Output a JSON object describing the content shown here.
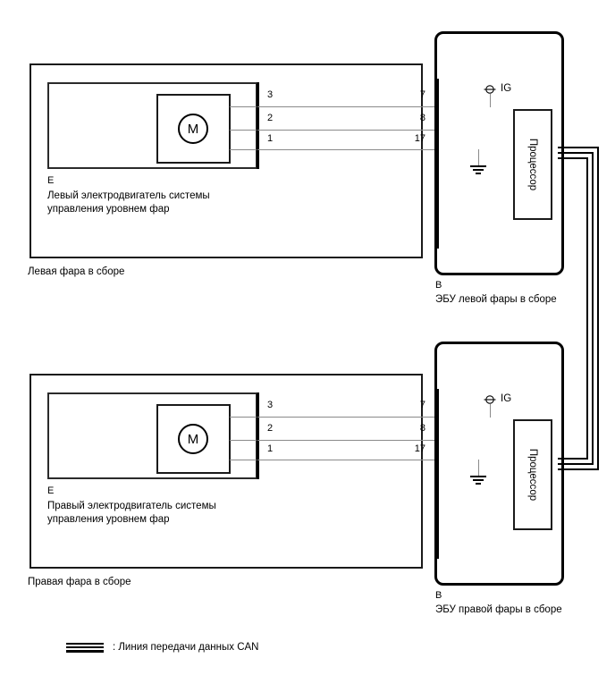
{
  "diagram": {
    "title": "Headlight leveling system wiring diagram",
    "colors": {
      "wire": "#8a8a8a",
      "connector": "#000000",
      "box_border": "#1a1a1a",
      "can_bus": "#000000"
    }
  },
  "left_assembly": {
    "assembly_label": "Левая фара в сборе",
    "connector_id": "E",
    "component_name": "Левый электродвигатель системы\nуправления уровнем фар",
    "motor_symbol": "M",
    "pins": [
      {
        "id": "3"
      },
      {
        "id": "2"
      },
      {
        "id": "1"
      }
    ]
  },
  "left_ecu": {
    "connector_id": "B",
    "name": "ЭБУ левой фары в сборе",
    "processor_label": "Процессор",
    "ig_label": "IG",
    "pins": [
      {
        "id": "7"
      },
      {
        "id": "8"
      },
      {
        "id": "17"
      }
    ]
  },
  "right_assembly": {
    "assembly_label": "Правая фара в сборе",
    "connector_id": "E",
    "component_name": "Правый электродвигатель системы\nуправления уровнем фар",
    "motor_symbol": "M",
    "pins": [
      {
        "id": "3"
      },
      {
        "id": "2"
      },
      {
        "id": "1"
      }
    ]
  },
  "right_ecu": {
    "connector_id": "B",
    "name": "ЭБУ правой фары в сборе",
    "processor_label": "Процессор",
    "ig_label": "IG",
    "pins": [
      {
        "id": "7"
      },
      {
        "id": "8"
      },
      {
        "id": "17"
      }
    ]
  },
  "legend": {
    "can_label": ": Линия передачи данных CAN"
  }
}
